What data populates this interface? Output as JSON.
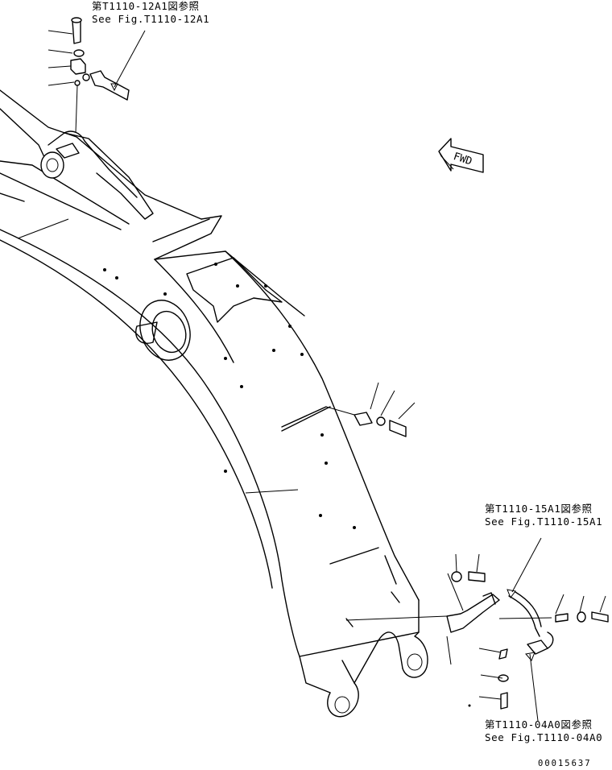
{
  "references": {
    "top": {
      "jp": "第T1110-12A1図参照",
      "en": "See Fig.T1110-12A1"
    },
    "right": {
      "jp": "第T1110-15A1図参照",
      "en": "See Fig.T1110-15A1"
    },
    "bottom": {
      "jp": "第T1110-04A0図参照",
      "en": "See Fig.T1110-04A0"
    }
  },
  "direction_marker": "FWD",
  "drawing_number": "00015637"
}
